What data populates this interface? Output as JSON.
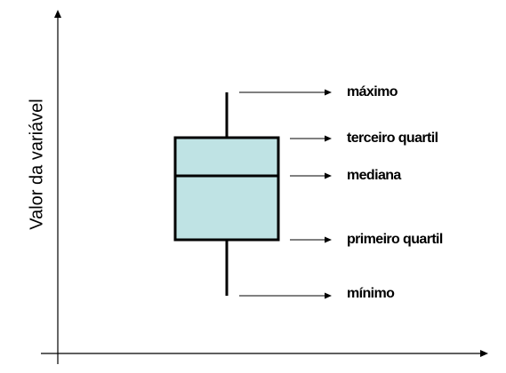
{
  "diagram": {
    "y_axis_label": "Valor da variável",
    "labels": {
      "maximum": "máximo",
      "third_quartile": "terceiro quartil",
      "median": "mediana",
      "first_quartile": "primeiro quartil",
      "minimum": "mínimo"
    },
    "colors": {
      "box_fill": "#bfe3e4",
      "stroke": "#000000",
      "background": "#ffffff"
    }
  }
}
